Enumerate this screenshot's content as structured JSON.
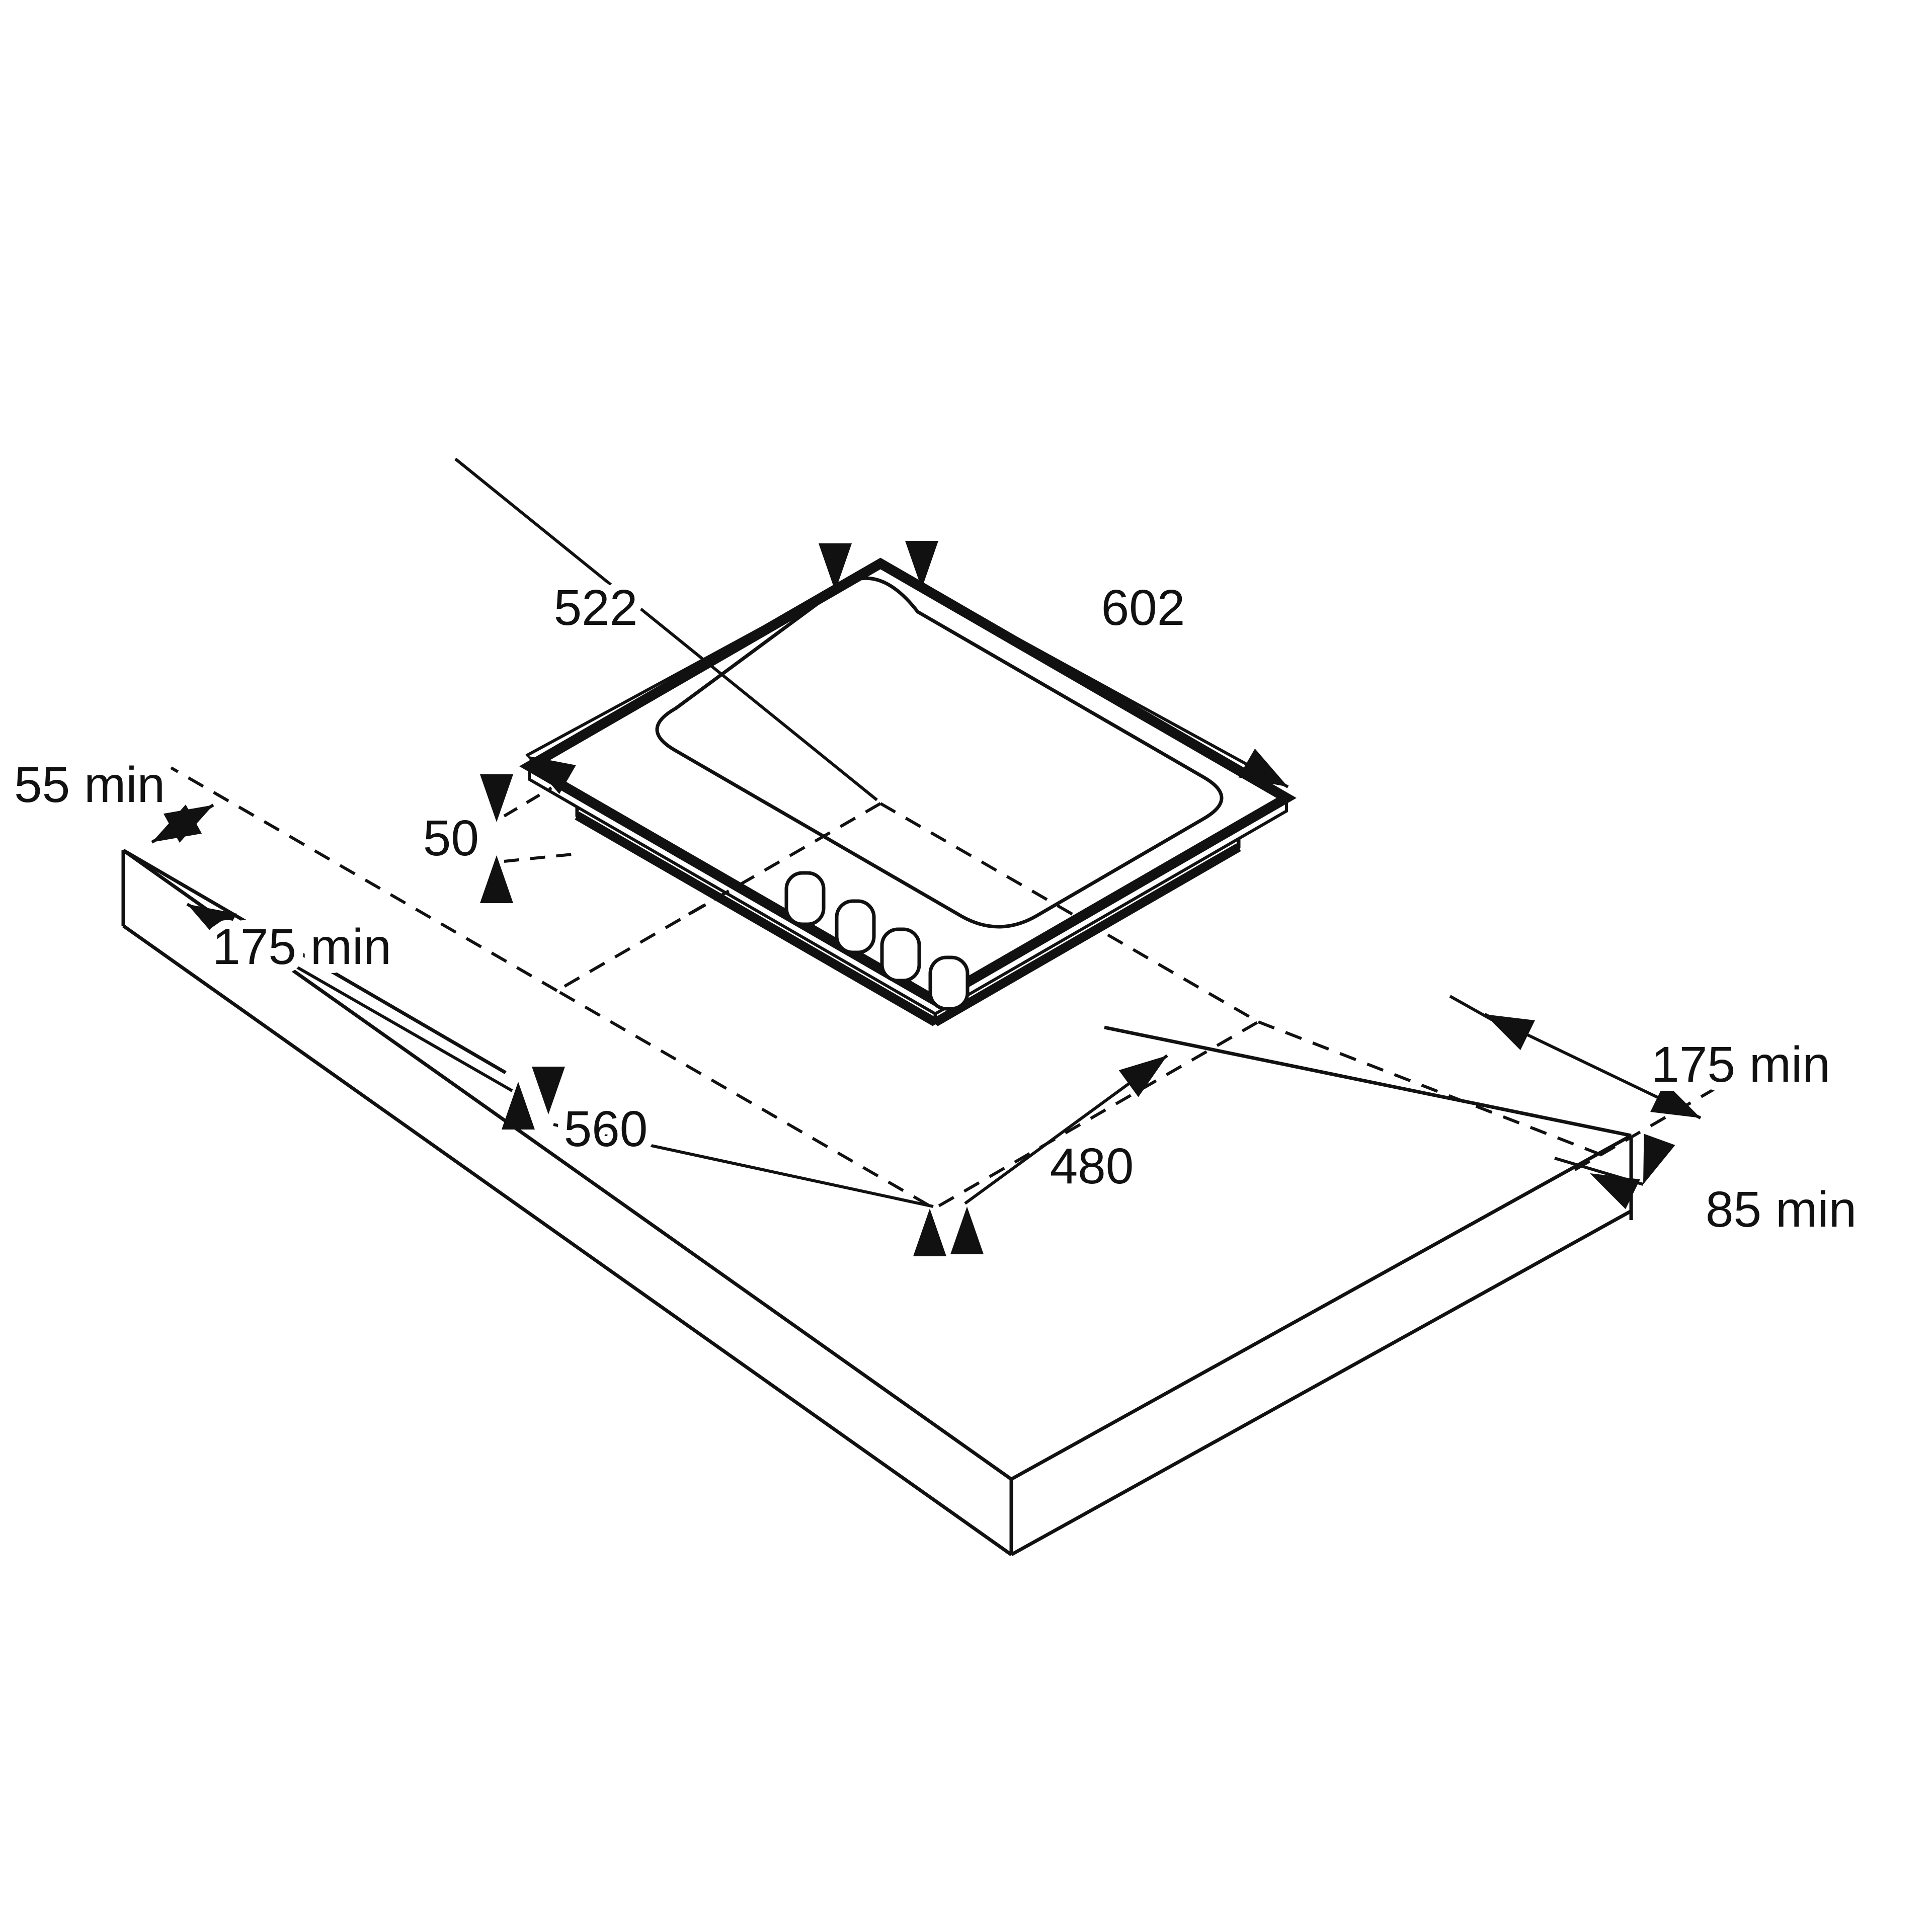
{
  "diagram": {
    "type": "appliance-installation-drawing",
    "subject": "built-in hob above worktop with mounting cutout",
    "units": "mm",
    "labels": {
      "hob_depth": "522",
      "hob_width": "602",
      "base_height": "50",
      "rear_clearance": "55 min",
      "left_clearance": "175 min",
      "right_clearance": "175 min",
      "front_clearance": "85 min",
      "cutout_width": "560",
      "cutout_depth": "480"
    },
    "dimensions_mm": {
      "hob_width": 602,
      "hob_depth": 522,
      "hob_base_height": 50,
      "cutout_width": 560,
      "cutout_depth": 480,
      "rear_clearance_min": 55,
      "left_clearance_min": 175,
      "right_clearance_min": 175,
      "front_clearance_min": 85
    },
    "knob_count": 4,
    "line_color": "#111111",
    "background_color": "#ffffff"
  }
}
